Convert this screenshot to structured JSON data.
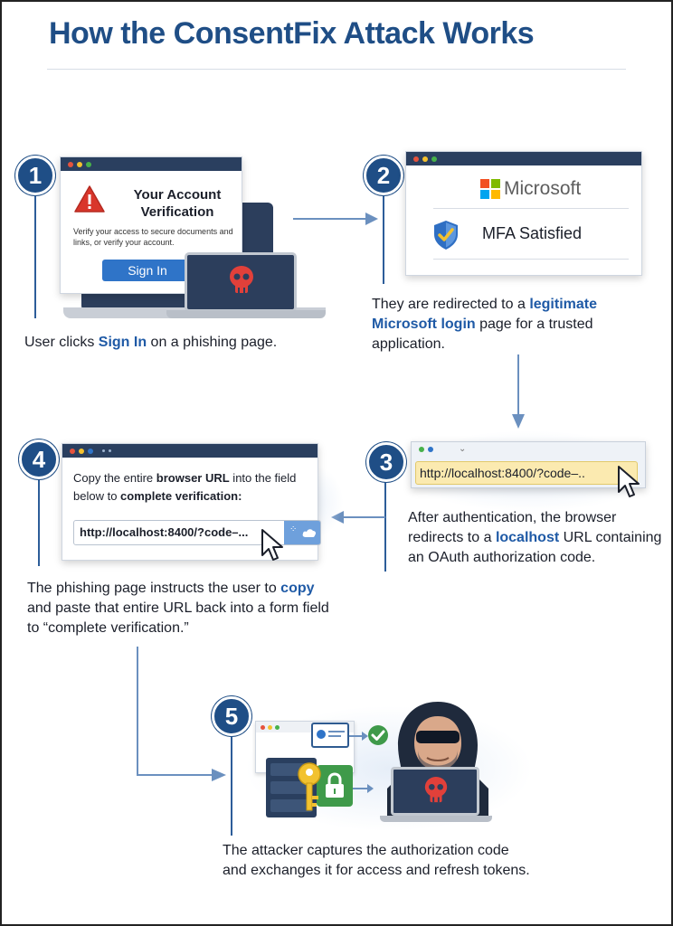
{
  "title": "How the ConsentFix Attack Works",
  "steps": [
    {
      "number": "1",
      "mock": {
        "heading_line1": "Your Account",
        "heading_line2": "Verification",
        "body": "Verify your access to secure documents and links, or verify your account.",
        "button": "Sign In"
      },
      "caption": {
        "pre": "User clicks ",
        "hl": "Sign In",
        "post": " on a phishing page."
      }
    },
    {
      "number": "2",
      "mock": {
        "brand": "Microsoft",
        "status": "MFA Satisfied"
      },
      "caption": {
        "pre": "They are redirected to a ",
        "hl": "legitimate Microsoft login",
        "post": " page for a trusted application."
      }
    },
    {
      "number": "3",
      "mock": {
        "url": "http://localhost:8400/?code–.."
      },
      "caption": {
        "pre": "After authentication, the browser redirects to a ",
        "hl": "localhost",
        "post": " URL containing an OAuth authorization code."
      }
    },
    {
      "number": "4",
      "mock": {
        "instr_pre": "Copy the entire ",
        "instr_b1": "browser  URL",
        "instr_mid": " into the field below to ",
        "instr_b2": "complete verification:",
        "url": "http://localhost:8400/?code–..."
      },
      "caption": {
        "pre": "The phishing page instructs the user to ",
        "hl": "copy",
        "post": " and paste that entire URL back into a form field to “complete verification.”"
      }
    },
    {
      "number": "5",
      "caption": {
        "text": "The attacker captures the authorization code and exchanges it for access and refresh tokens."
      }
    }
  ],
  "colors": {
    "brand": "#1f4e86",
    "highlight": "#1f5aa6",
    "skull": "#e1403a",
    "key": "#f2c230",
    "lock": "#3f9a4a"
  },
  "icons": [
    "warning-icon",
    "skull-icon",
    "microsoft-logo-icon",
    "shield-check-icon",
    "cursor-icon",
    "cloud-icon",
    "server-icon",
    "key-icon",
    "lock-icon",
    "check-circle-icon",
    "hooded-attacker-icon"
  ]
}
